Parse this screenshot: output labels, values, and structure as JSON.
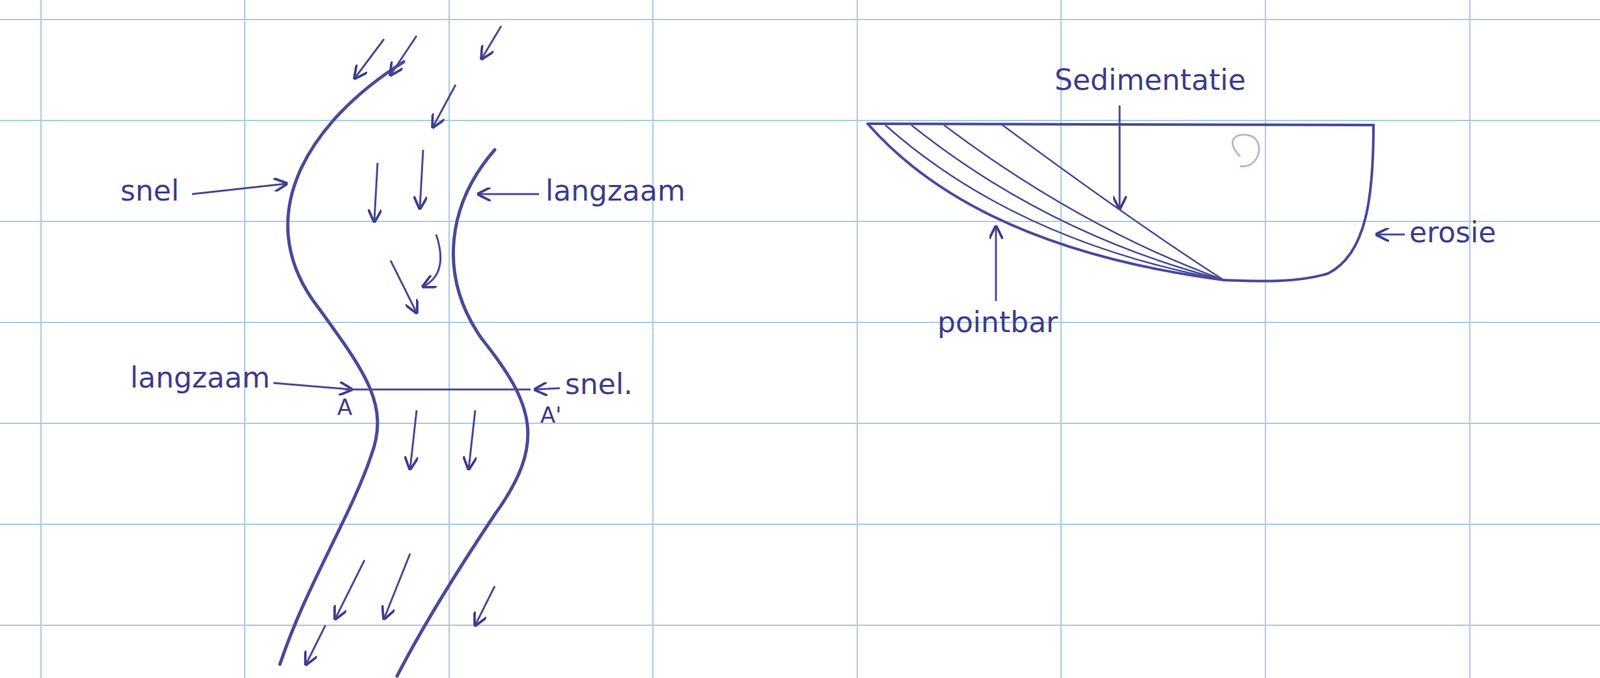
{
  "diagram": {
    "labels": [
      "snel",
      "langzaam",
      "langzaam",
      "snel.",
      "A",
      "A'",
      "Sedimentatie",
      "erosie",
      "pointbar"
    ]
  }
}
